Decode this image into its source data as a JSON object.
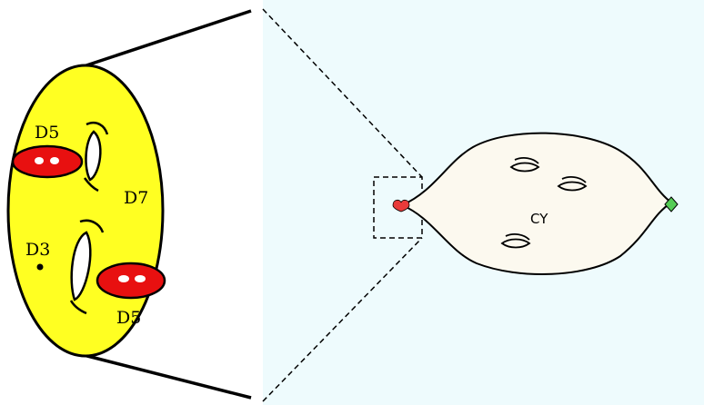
{
  "colors": {
    "panel_background": "#eefbfd",
    "brane_fill": "#ffff22",
    "intersection_fill": "#e81010",
    "hole_fill": "#ffffff",
    "cy_fill": "#fcf9ef",
    "left_marker": "#e83a3a",
    "right_marker": "#55cc55",
    "stroke": "#000000"
  },
  "labels": {
    "d5_top": "D5",
    "d5_bottom": "D5",
    "d7": "D7",
    "d3": "D3",
    "cy": "CY"
  }
}
